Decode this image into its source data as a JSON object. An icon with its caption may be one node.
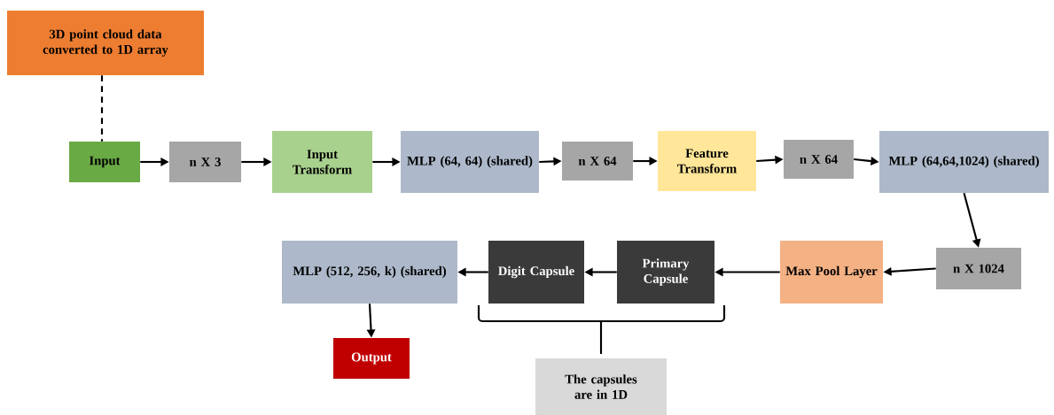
{
  "diagram": {
    "nodes": [
      {
        "text": [
          "3D point cloud data converted to 1D array"
        ]
      },
      {
        "text": [
          "Input"
        ]
      },
      {
        "text": [
          "n X 3"
        ]
      },
      {
        "text": [
          "Input Transform"
        ]
      },
      {
        "text": [
          "MLP (64, 64) (shared)"
        ]
      },
      {
        "text": [
          "n X 64"
        ]
      },
      {
        "text": [
          "Feature Transform"
        ]
      },
      {
        "text": [
          "n X 64"
        ]
      },
      {
        "text": [
          "MLP (64,64,1024) (shared)"
        ]
      },
      {
        "text": [
          "n X 1024"
        ]
      },
      {
        "text": [
          "Max Pool Layer"
        ]
      },
      {
        "text": [
          "Primary Capsule"
        ]
      },
      {
        "text": [
          "Digit Capsule"
        ]
      },
      {
        "text": [
          "MLP (512, 256, k) (shared)"
        ]
      },
      {
        "text": [
          "Output"
        ]
      },
      {
        "text": [
          "The capsules are in 1D"
        ]
      }
    ],
    "edges": [
      {
        "from": 0,
        "to": 1,
        "arrow": "none",
        "style": "dashed"
      },
      {
        "from": 1,
        "to": 2,
        "arrow": "to"
      },
      {
        "from": 2,
        "to": 3,
        "arrow": "to"
      },
      {
        "from": 3,
        "to": 4,
        "arrow": "to"
      },
      {
        "from": 4,
        "to": 5,
        "arrow": "to"
      },
      {
        "from": 5,
        "to": 6,
        "arrow": "to"
      },
      {
        "from": 6,
        "to": 7,
        "arrow": "to"
      },
      {
        "from": 7,
        "to": 8,
        "arrow": "to"
      },
      {
        "from": 8,
        "to": 9,
        "arrow": "to"
      },
      {
        "from": 9,
        "to": 10,
        "arrow": "to"
      },
      {
        "from": 10,
        "to": 11,
        "arrow": "to"
      },
      {
        "from": 11,
        "to": 12,
        "arrow": "to"
      },
      {
        "from": 12,
        "to": 13,
        "arrow": "to"
      },
      {
        "from": 13,
        "to": 14,
        "arrow": "to"
      }
    ]
  }
}
